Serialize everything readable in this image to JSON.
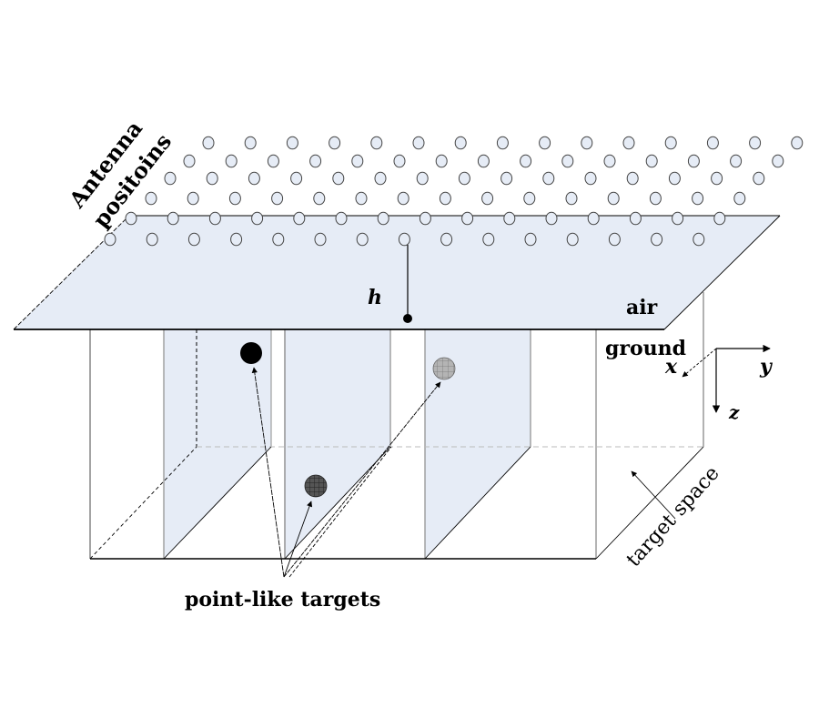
{
  "diagram": {
    "labels": {
      "antenna_line1": "Antenna",
      "antenna_line2": "positoins",
      "height": "h",
      "air": "air",
      "ground": "ground",
      "axis_x": "x",
      "axis_y": "y",
      "axis_z": "z",
      "target_space": "target space",
      "point_targets": "point-like targets"
    },
    "colors": {
      "plane_fill": "#e6ecf6",
      "antenna_fill": "#e6ecf6",
      "line": "#000000",
      "edge_gray": "#8c8c8c",
      "target_black": "#000000",
      "target_dark_hatched": "#3a3a3a",
      "target_light_hatched": "#a6a6a6"
    },
    "antenna_grid": {
      "rows": 6,
      "row_counts": [
        15,
        15,
        15,
        15,
        15,
        15
      ]
    },
    "targets": [
      {
        "name": "black-target",
        "style": "solid-black"
      },
      {
        "name": "dark-hatched-target",
        "style": "dark-hatched"
      },
      {
        "name": "light-hatched-target",
        "style": "light-hatched"
      }
    ]
  }
}
